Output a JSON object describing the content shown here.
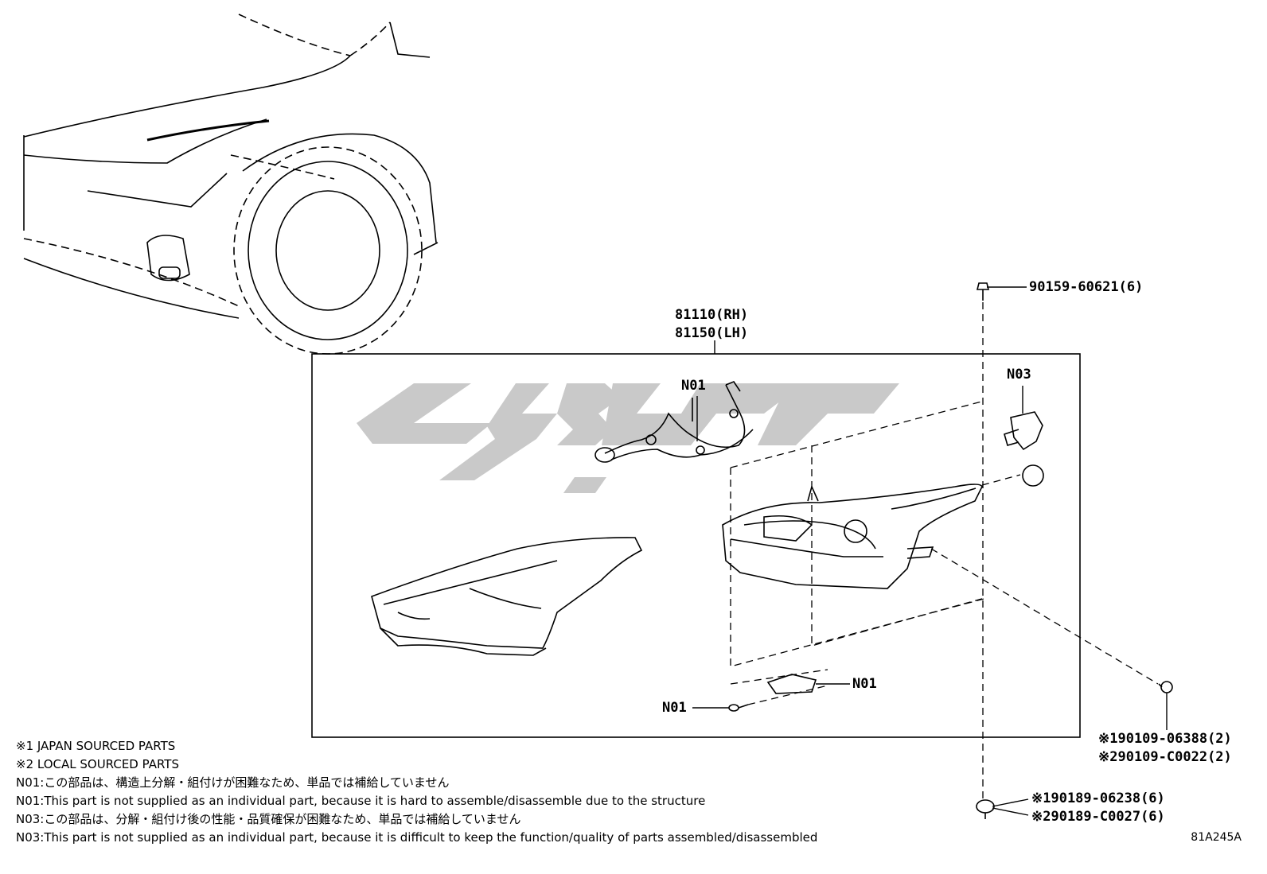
{
  "diagram": {
    "assembly_labels": [
      "81110(RH)",
      "81150(LH)"
    ],
    "callouts": {
      "n01_wire": "N01",
      "n03_socket": "N03",
      "n01_bracket": "N01",
      "n01_screw": "N01",
      "bolt_top": "90159-60621(6)",
      "bolt_right_1": "※190109-06388(2)",
      "bolt_right_2": "※290109-C0022(2)",
      "clip_bottom_1": "※190189-06238(6)",
      "clip_bottom_2": "※290189-C0027(6)"
    },
    "notes": [
      "※1 JAPAN SOURCED PARTS",
      "※2 LOCAL SOURCED PARTS",
      "N01:この部品は、構造上分解・組付けが困難なため、単品では補給していません",
      "N01:This part is not supplied as an individual part, because it is hard to assemble/disassemble due to the structure",
      "N03:この部品は、分解・組付け後の性能・品質確保が困難なため、単品では補給していません",
      "N03:This part is not supplied as an individual part, because it is difficult to keep the function/quality of parts assembled/disassembled"
    ],
    "reference_code": "81A245A",
    "colors": {
      "line": "#000000",
      "watermark": "#c9c9c9",
      "background": "#ffffff"
    }
  }
}
